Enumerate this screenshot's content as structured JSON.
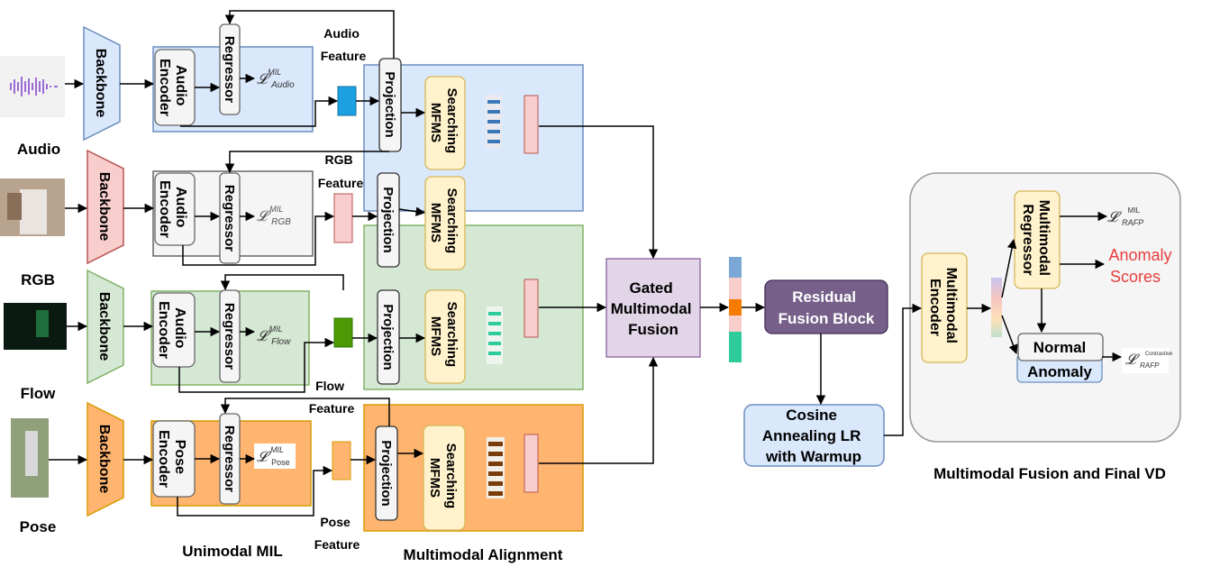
{
  "modalities": [
    {
      "name": "Audio",
      "backbone": "Backbone",
      "encoder": [
        "Audio",
        "Encoder"
      ],
      "regressor": "Regressor",
      "loss_sub": "Audio",
      "feature": [
        "Audio",
        "Feature"
      ],
      "colors": {
        "panel": "#dae8fc",
        "panelStroke": "#6c8ebf",
        "backbone": "#dae8fc",
        "backboneStroke": "#6c8ebf",
        "feat": "#1ba1e2",
        "stripe": "#3a78b8"
      }
    },
    {
      "name": "RGB",
      "backbone": "Backbone",
      "encoder": [
        "Audio",
        "Encoder"
      ],
      "regressor": "Regressor",
      "loss_sub": "RGB",
      "feature": [
        "RGB",
        "Feature"
      ],
      "colors": {
        "panel": "#f5f5f5",
        "panelStroke": "#666666",
        "backbone": "#f8cecc",
        "backboneStroke": "#b85450",
        "feat": "#f8cecc"
      }
    },
    {
      "name": "Flow",
      "backbone": "Backbone",
      "encoder": [
        "Audio",
        "Encoder"
      ],
      "regressor": "Regressor",
      "loss_sub": "Flow",
      "feature": [
        "Flow",
        "Feature"
      ],
      "colors": {
        "panel": "#d5e8d4",
        "panelStroke": "#82b366",
        "backbone": "#d5e8d4",
        "backboneStroke": "#82b366",
        "feat": "#4e9a06",
        "stripe": "#2ecc9a"
      }
    },
    {
      "name": "Pose",
      "backbone": "Backbone",
      "encoder": [
        "Pose",
        "Encoder"
      ],
      "regressor": "Regressor",
      "loss_sub": "Pose",
      "feature": [
        "Pose",
        "Feature"
      ],
      "colors": {
        "panel": "#ffb570",
        "panelStroke": "#d79b00",
        "backbone": "#ffb570",
        "backboneStroke": "#d79b00",
        "feat": "#ffb570",
        "stripe": "#7a3d0a"
      }
    }
  ],
  "loss_symbol": "𝓛",
  "loss_sup": "MIL",
  "projection": "Projection",
  "searching": [
    "Searching",
    "MFMS"
  ],
  "gated": [
    "Gated",
    "Multimodal",
    "Fusion"
  ],
  "residual": [
    "Residual",
    "Fusion Block"
  ],
  "cosine": [
    "Cosine",
    "Annealing LR",
    "with Warmup"
  ],
  "mm_encoder": [
    "Multimodal",
    "Encoder"
  ],
  "mm_regressor": [
    "Multimodal",
    "Regressor"
  ],
  "loss_raf_sub": "RAFP",
  "loss_contrastive_sup": "Contrastive",
  "anomaly_scores": [
    "Anomaly",
    "Scores"
  ],
  "normal": "Normal",
  "anomaly": "Anomaly",
  "section_labels": {
    "unimodal": "Unimodal MIL",
    "alignment": "Multimodal Alignment",
    "final": "Multimodal Fusion and Final VD"
  },
  "colors": {
    "gated": "#e1d5e7",
    "gatedStroke": "#9673a6",
    "residual": "#76608a",
    "cosine": "#dae8fc",
    "cosineStroke": "#6c8ebf",
    "search": "#fff2cc",
    "searchStroke": "#d6b656",
    "anomalyRed": "#e83e3e"
  }
}
